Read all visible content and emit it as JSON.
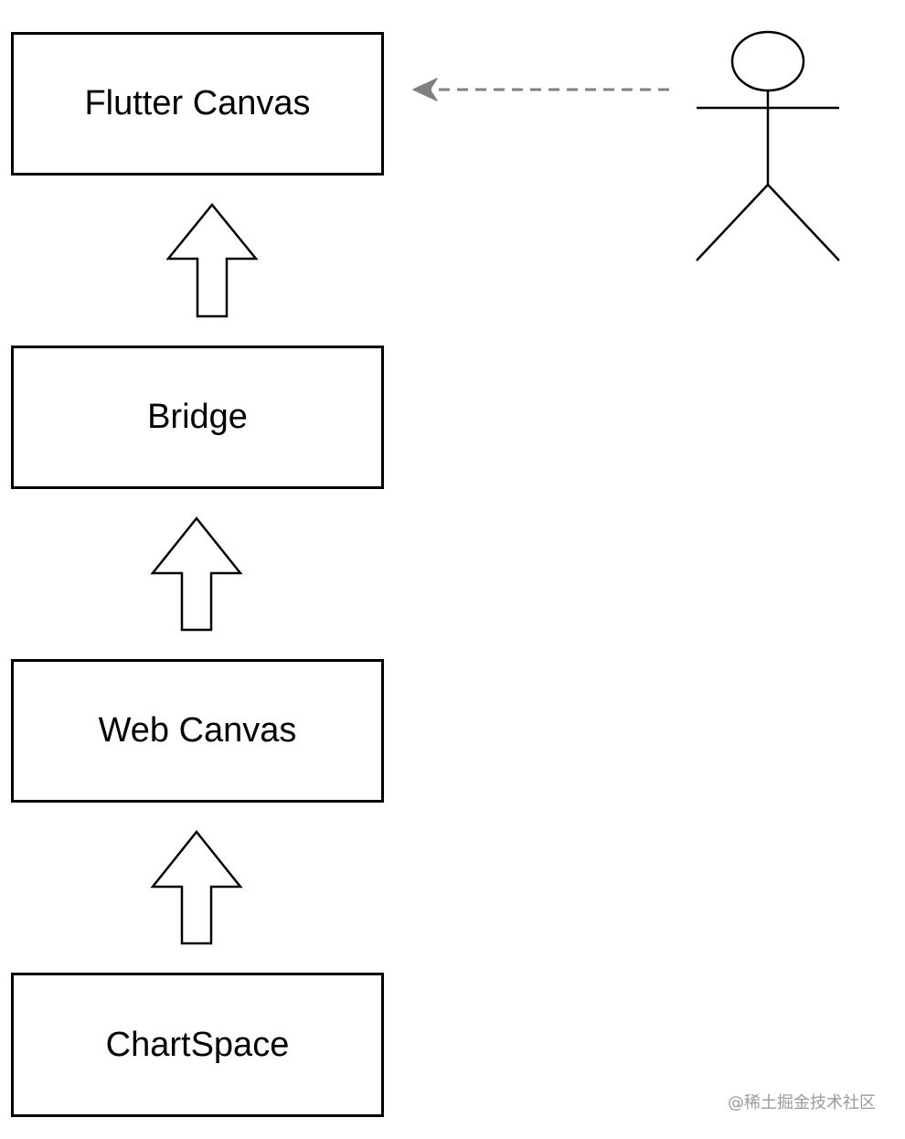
{
  "layers": [
    {
      "id": "flutter",
      "label": "Flutter Canvas"
    },
    {
      "id": "bridge",
      "label": "Bridge"
    },
    {
      "id": "web",
      "label": "Web Canvas"
    },
    {
      "id": "chart",
      "label": "ChartSpace"
    }
  ],
  "watermark": "@稀土掘金技术社区",
  "colors": {
    "stroke": "#000000",
    "background": "#ffffff",
    "dashed_arrow": "#808080",
    "watermark": "#9a9a9a"
  },
  "icons": [
    "up-arrow-icon",
    "dashed-left-arrow-icon",
    "stick-figure-icon"
  ]
}
